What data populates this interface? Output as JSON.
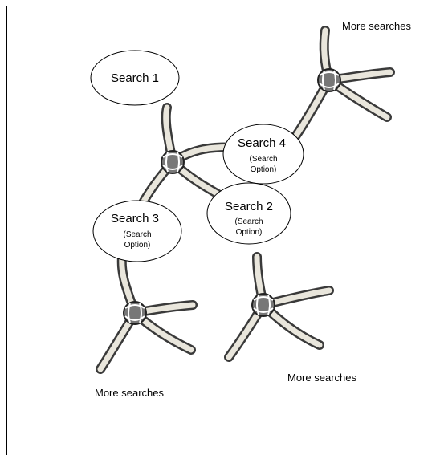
{
  "nodes": [
    {
      "id": "search-1",
      "title": "Search 1",
      "subtitle": ""
    },
    {
      "id": "search-4",
      "title": "Search 4",
      "subtitle": [
        "(Search",
        "Option)"
      ]
    },
    {
      "id": "search-2",
      "title": "Search 2",
      "subtitle": [
        "(Search",
        "Option)"
      ]
    },
    {
      "id": "search-3",
      "title": "Search 3",
      "subtitle": [
        "(Search",
        "Option)"
      ]
    }
  ],
  "captions": {
    "top_right": "More searches",
    "bottom_left": "More searches",
    "bottom_middle": "More searches"
  }
}
